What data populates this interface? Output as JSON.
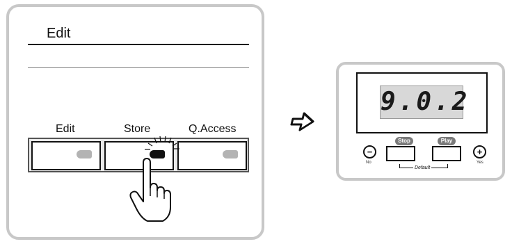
{
  "edit_screen": {
    "title": "Edit",
    "buttons": [
      {
        "label": "Edit",
        "led": "off"
      },
      {
        "label": "Store",
        "led": "on"
      },
      {
        "label": "Q.Access",
        "led": "off"
      }
    ]
  },
  "front_panel": {
    "display_value": "9.0.2",
    "stop_label": "Stop",
    "play_label": "Play",
    "minus_symbol": "−",
    "plus_symbol": "+",
    "no_label": "No",
    "yes_label": "Yes",
    "default_label": "Default"
  },
  "icons": {
    "hand": "pointing-hand-icon",
    "arrow": "right-arrow-icon",
    "press": "press-burst-icon"
  }
}
